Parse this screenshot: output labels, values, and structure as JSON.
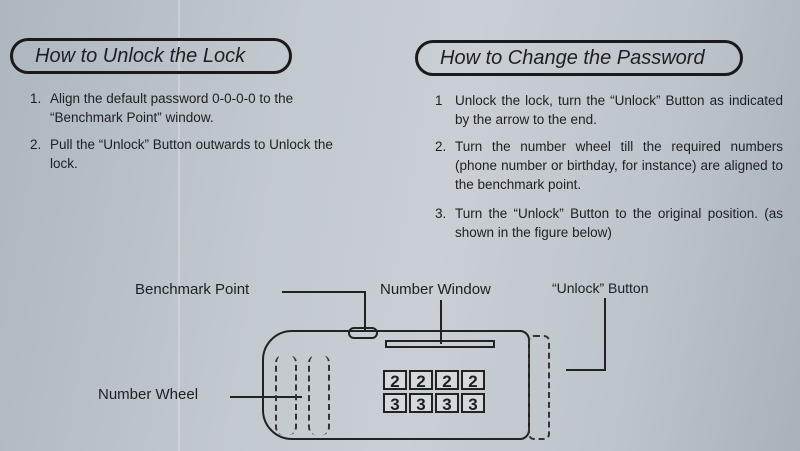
{
  "unlock_section": {
    "title": "How to Unlock the Lock",
    "steps": [
      {
        "num": "1.",
        "text": "Align the default password 0-0-0-0  to the “Benchmark Point” window."
      },
      {
        "num": "2.",
        "text": "Pull the “Unlock” Button outwards to Unlock the lock."
      }
    ]
  },
  "change_section": {
    "title": "How to Change the Password",
    "steps": [
      {
        "num": "1",
        "text": "Unlock the lock, turn the “Unlock” Button as indicated by the arrow to the end."
      },
      {
        "num": "2.",
        "text": "Turn the number wheel till the required numbers (phone number or birthday, for instance) are aligned to the benchmark point."
      },
      {
        "num": "3.",
        "text": "Turn the “Unlock” Button to the original position. (as shown in the figure below)"
      }
    ]
  },
  "diagram": {
    "labels": {
      "benchmark": "Benchmark Point",
      "window": "Number Window",
      "button": "“Unlock” Button",
      "wheel": "Number Wheel"
    },
    "digits_top": [
      "2",
      "2",
      "2",
      "2"
    ],
    "digits_bottom": [
      "3",
      "3",
      "3",
      "3"
    ]
  }
}
